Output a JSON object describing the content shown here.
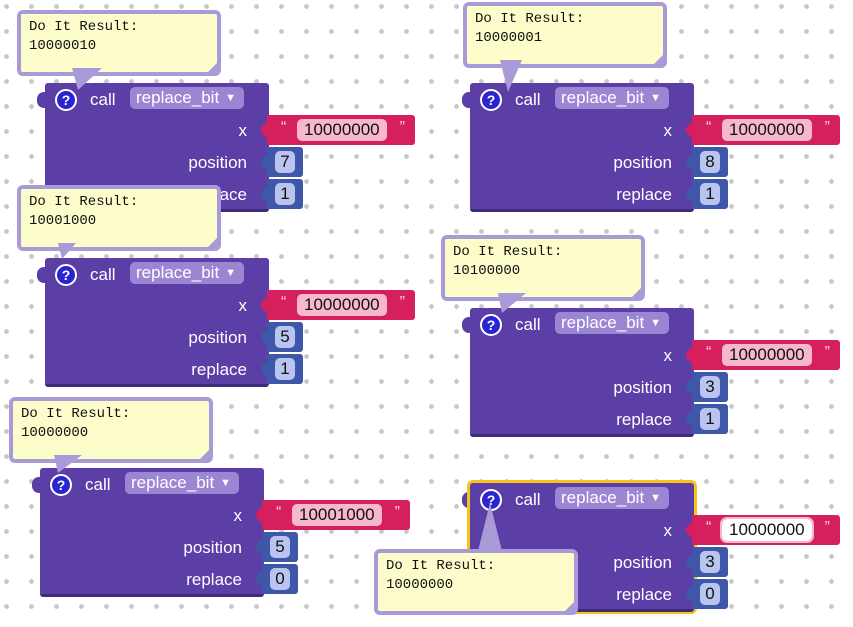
{
  "bubble_heading": "Do It Result:",
  "call_label": "call",
  "help_symbol": "?",
  "x_label": "x",
  "position_label": "position",
  "replace_label": "replace",
  "quote_open": "“",
  "quote_close": "”",
  "procedure_name": "replace_bit",
  "chevron": "▼",
  "blocks": [
    {
      "x_value": "10000000",
      "position": "7",
      "replace": "1",
      "result": "10000010"
    },
    {
      "x_value": "10000000",
      "position": "8",
      "replace": "1",
      "result": "10000001"
    },
    {
      "x_value": "10000000",
      "position": "5",
      "replace": "1",
      "result": "10001000"
    },
    {
      "x_value": "10000000",
      "position": "3",
      "replace": "1",
      "result": "10100000"
    },
    {
      "x_value": "10001000",
      "position": "5",
      "replace": "0",
      "result": "10000000"
    },
    {
      "x_value": "10000000",
      "position": "3",
      "replace": "0",
      "result": "10000000"
    }
  ],
  "colors": {
    "procedure_block": "#5b3fa6",
    "text_block": "#d6205e",
    "number_block": "#3e57a8",
    "selection_highlight": "#f7c21a",
    "bubble_fill": "#fdfdcb",
    "bubble_border": "#a99ad8"
  }
}
